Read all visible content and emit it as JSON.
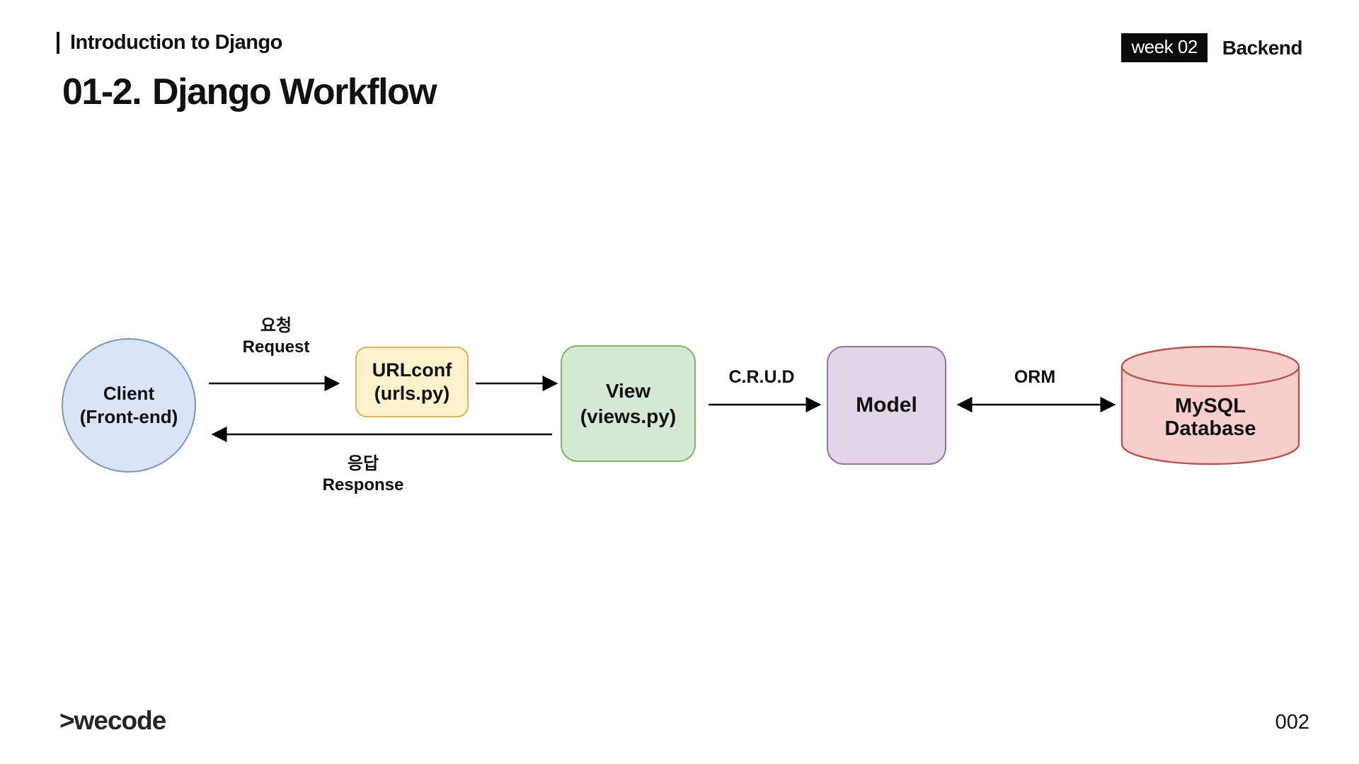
{
  "header": {
    "section_title": "Introduction to Django",
    "week_badge": "week 02",
    "track_label": "Backend"
  },
  "title": {
    "number": "01-2.",
    "text": "Django Workflow"
  },
  "diagram": {
    "nodes": {
      "client": {
        "line1": "Client",
        "line2": "(Front-end)",
        "fill": "#d9e4f6",
        "stroke": "#7a97c4"
      },
      "urlconf": {
        "line1": "URLconf",
        "line2": "(urls.py)",
        "fill": "#fff2cc",
        "stroke": "#d6b656"
      },
      "view": {
        "line1": "View",
        "line2": "(views.py)",
        "fill": "#d5e8d4",
        "stroke": "#82b366"
      },
      "model": {
        "label": "Model",
        "fill": "#e1d5e7",
        "stroke": "#9673a6"
      },
      "database": {
        "line1": "MySQL",
        "line2": "Database",
        "fill": "#f8cecc",
        "stroke": "#b85450"
      }
    },
    "labels": {
      "request_ko": "요청",
      "request_en": "Request",
      "response_ko": "응답",
      "response_en": "Response",
      "crud": "C.R.U.D",
      "orm": "ORM"
    },
    "edges": [
      {
        "from": "client",
        "to": "urlconf",
        "label": "요청 Request",
        "direction": "forward"
      },
      {
        "from": "urlconf",
        "to": "view",
        "label": "",
        "direction": "forward"
      },
      {
        "from": "view",
        "to": "model",
        "label": "C.R.U.D",
        "direction": "forward"
      },
      {
        "from": "model",
        "to": "database",
        "label": "ORM",
        "direction": "both"
      },
      {
        "from": "view",
        "to": "client",
        "label": "응답 Response",
        "direction": "forward"
      }
    ],
    "arrow_color": "#000000"
  },
  "footer": {
    "logo": ">wecode",
    "page_number": "002"
  }
}
